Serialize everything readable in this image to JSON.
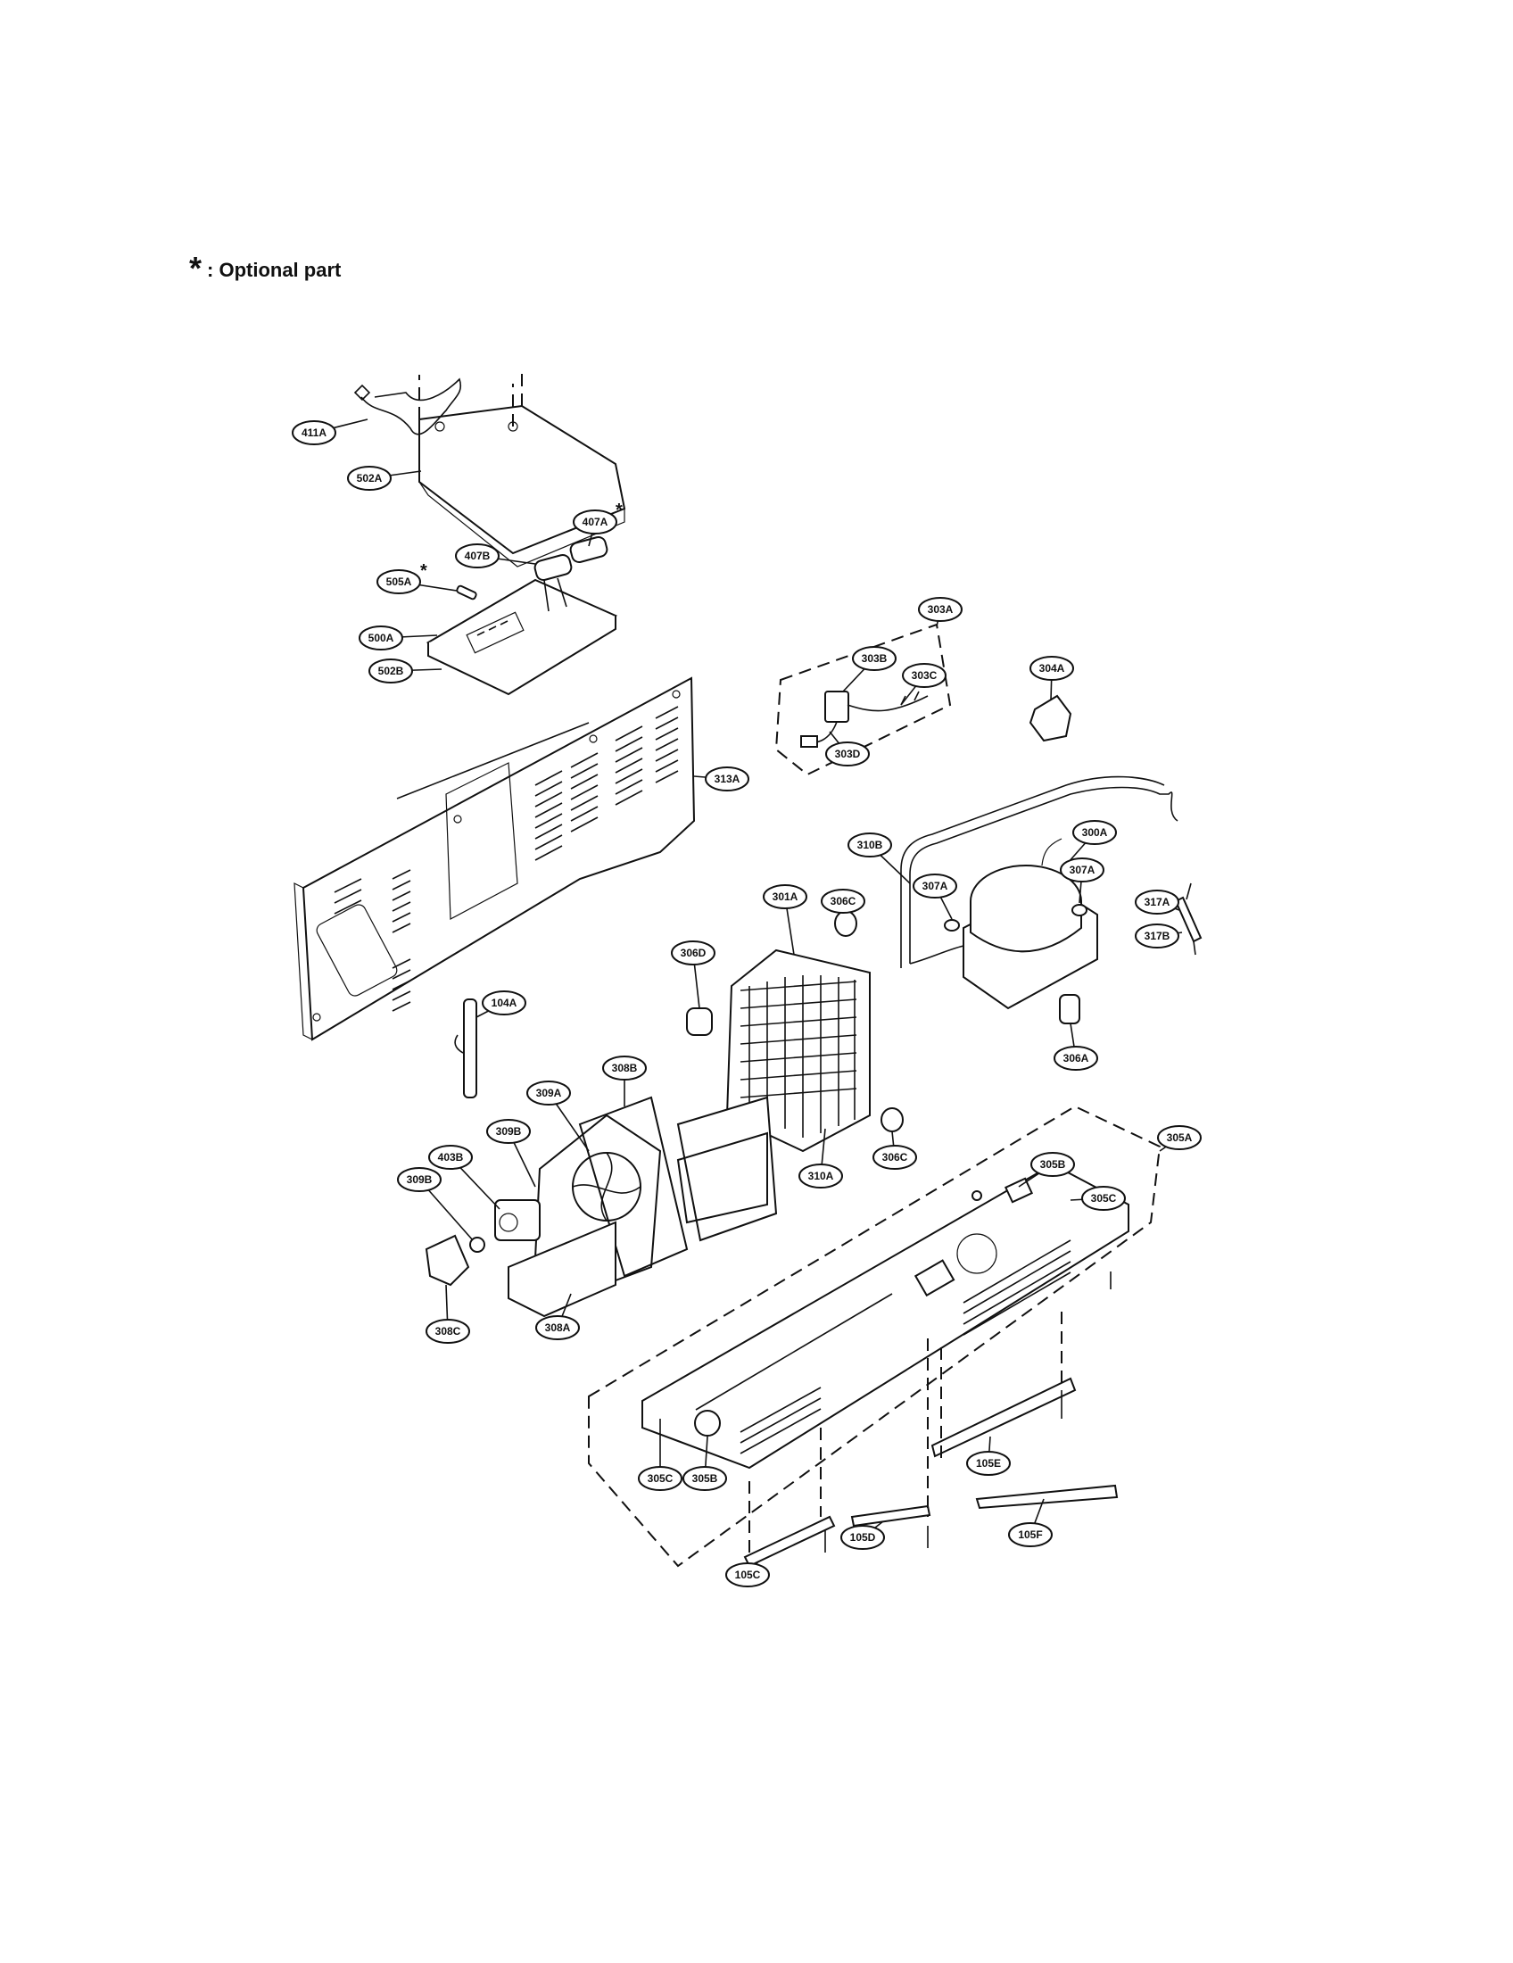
{
  "legend": {
    "symbol": "*",
    "text": ": Optional part"
  },
  "labels": {
    "411A": "411A",
    "502A": "502A",
    "407A": "407A",
    "407B": "407B",
    "505A": "505A",
    "500A": "500A",
    "502B": "502B",
    "313A": "313A",
    "303A": "303A",
    "303B": "303B",
    "303C": "303C",
    "303D": "303D",
    "304A": "304A",
    "310B": "310B",
    "300A": "300A",
    "307A_left": "307A",
    "307A_right": "307A",
    "317A": "317A",
    "317B": "317B",
    "306C_top": "306C",
    "301A": "301A",
    "306D": "306D",
    "306A": "306A",
    "104A": "104A",
    "308B": "308B",
    "309A": "309A",
    "403B": "403B",
    "309B_left": "309B",
    "309B_right": "309B",
    "308C": "308C",
    "308A": "308A",
    "310A": "310A",
    "306C_bottom": "306C",
    "305A": "305A",
    "305B_top": "305B",
    "305C_top": "305C",
    "305C_bottom": "305C",
    "305B_bottom": "305B",
    "105E": "105E",
    "105D": "105D",
    "105F": "105F",
    "105C": "105C"
  },
  "optional_marks": [
    "407A",
    "505A"
  ]
}
